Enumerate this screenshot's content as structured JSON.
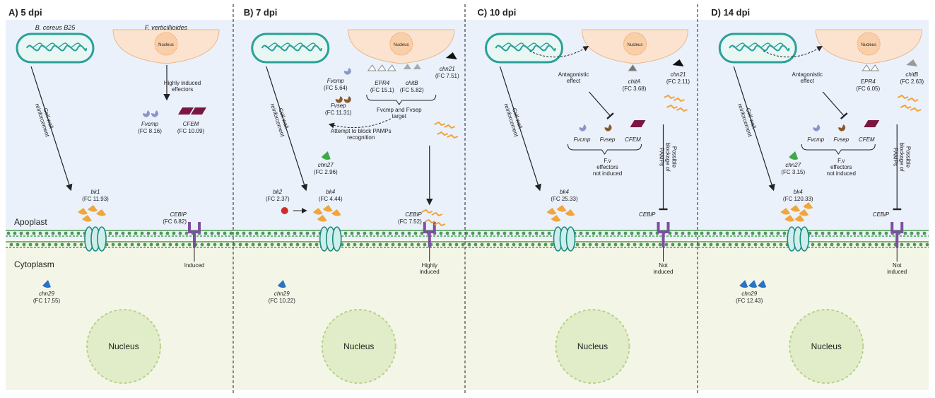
{
  "colors": {
    "apoplast_bg": "#eaf1fb",
    "cytoplasm_bg": "#f3f6e7",
    "bacterium": "#2aa198",
    "fungus": "#fbe3cf",
    "chitinase": "#f0a63b",
    "cebip": "#7c4f9e",
    "membrane": "#4f9a55",
    "receptor": "#1a8a82",
    "chn29": "#2a73c5",
    "chn27": "#3fa84a",
    "cfem": "#7a1740",
    "fvcmp": "#8b95c9",
    "fvsep": "#8a5a2b",
    "pamp": "#f2a23c"
  },
  "compartments": {
    "apoplast": "Apoplast",
    "cytoplasm": "Cytoplasm",
    "nucleus": "Nucleus"
  },
  "panels": [
    {
      "title": "A) 5 dpi",
      "bacterium_label": "B. cereus B25",
      "fungus_label": "F. verticillioides",
      "fungus_nucleus": "Nucleus",
      "wall_arrow": "Cell wall reinforcement",
      "chitinase": {
        "name": "bk1",
        "fc": "(FC 11.93)"
      },
      "receptor": {
        "name": "CEBiP",
        "fc": "(FC 6.82)",
        "status": "Induced"
      },
      "cyto": {
        "name": "chn29",
        "fc": "(FC 17.55)"
      },
      "effector_arrow": "Highly induced effectors",
      "effectors": [
        {
          "name": "Fvcmp",
          "fc": "(FC 8.16)"
        },
        {
          "name": "CFEM",
          "fc": "(FC 10.09)"
        }
      ]
    },
    {
      "title": "B) 7 dpi",
      "fungus_nucleus": "Nucleus",
      "wall_arrow": "Cell wall reinforcement",
      "chitinase": {
        "name": "bk4",
        "fc": "(FC 4.44)"
      },
      "chitinase2": {
        "name": "bk2",
        "fc": "(FC 2.37)"
      },
      "receptor": {
        "name": "CEBiP",
        "fc": "(FC 7.52)",
        "status": "Highly induced"
      },
      "cyto": {
        "name": "chn29",
        "fc": "(FC 10.22)"
      },
      "apo_chn": {
        "name": "chn27",
        "fc": "(FC 2.96)"
      },
      "effectors": [
        {
          "name": "Fvcmp",
          "fc": "(FC 5.64)"
        },
        {
          "name": "Fvsep",
          "fc": "(FC 11.31)"
        }
      ],
      "fungal_genes": [
        {
          "name": "EPR4",
          "fc": "(FC 15.1)"
        },
        {
          "name": "chitB",
          "fc": "(FC 5.82)"
        },
        {
          "name": "chn21",
          "fc": "(FC 7.51)"
        }
      ],
      "target_label": "Fvcmp and Fvsep target",
      "block_label": "Attempt to block PAMPs recognition"
    },
    {
      "title": "C) 10 dpi",
      "fungus_nucleus": "Nucleus",
      "wall_arrow": "Cell wall reinforcement",
      "chitinase": {
        "name": "bk4",
        "fc": "(FC 25.33)"
      },
      "receptor": {
        "name": "CEBiP",
        "status": "Not induced"
      },
      "antagonistic": "Antagonistic effect",
      "fungal_genes": [
        {
          "name": "chitA",
          "fc": "(FC 3.68)"
        },
        {
          "name": "chn21",
          "fc": "(FC 2.11)"
        }
      ],
      "effectors": [
        {
          "name": "Fvcmp"
        },
        {
          "name": "Fvsep"
        },
        {
          "name": "CFEM"
        }
      ],
      "effectors_note": "F.v effectors not induced",
      "pamp_block": "Possible blockage of PAMPs"
    },
    {
      "title": "D) 14 dpi",
      "fungus_nucleus": "Nucleus",
      "wall_arrow": "Cell wall reinforcement",
      "chitinase": {
        "name": "bk4",
        "fc": "(FC 120.33)"
      },
      "receptor": {
        "name": "CEBiP",
        "status": "Not induced"
      },
      "antagonistic": "Antagonistic effect",
      "apo_chn": {
        "name": "chn27",
        "fc": "(FC 3.15)"
      },
      "cyto": {
        "name": "chn29",
        "fc": "(FC 12.43)"
      },
      "fungal_genes": [
        {
          "name": "EPR4",
          "fc": "(FC 6.05)"
        },
        {
          "name": "chitB",
          "fc": "(FC 2.63)"
        }
      ],
      "effectors": [
        {
          "name": "Fvcmp"
        },
        {
          "name": "Fvsep"
        },
        {
          "name": "CFEM"
        }
      ],
      "effectors_note": "F.v effectors not induced",
      "pamp_block": "Possible blockage of PAMPs"
    }
  ]
}
